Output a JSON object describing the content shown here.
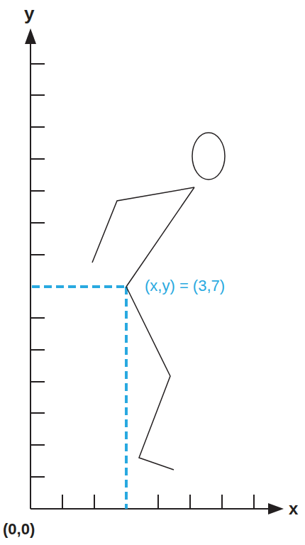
{
  "diagram": {
    "labels": [
      "y",
      "x",
      "(0,0)",
      "(x,y) = (3,7)"
    ]
  }
}
